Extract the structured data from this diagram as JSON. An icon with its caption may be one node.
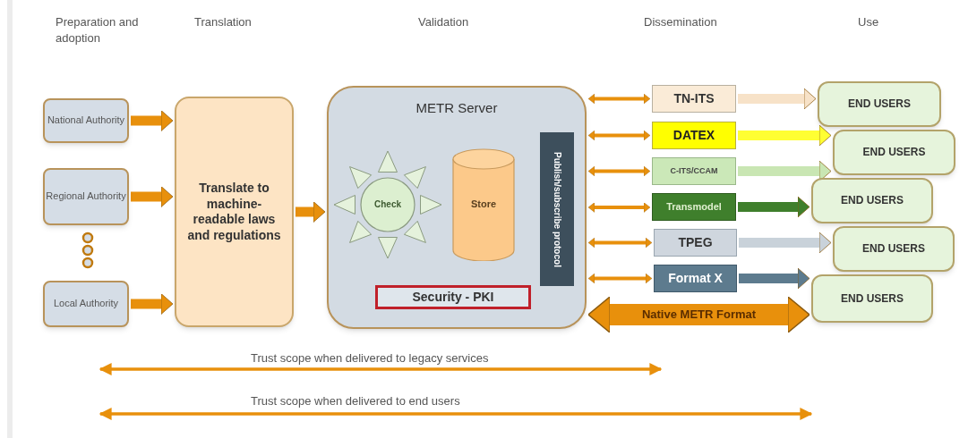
{
  "diagram": {
    "nodes": [
      {
        "text": [
          "National Authority"
        ]
      },
      {
        "text": [
          "Regional Authority"
        ]
      },
      {
        "text": [
          "Local Authority"
        ]
      },
      {
        "text": [
          "Translate to machine-readable laws and regulations"
        ]
      },
      {
        "text": [
          "METR Server"
        ]
      },
      {
        "text": [
          "Check"
        ],
        "in": 4
      },
      {
        "text": [
          "Store"
        ],
        "in": 4
      },
      {
        "text": [
          "Publish/subscribe protocol"
        ],
        "in": 4
      },
      {
        "text": [
          "Security - PKI"
        ],
        "in": 4
      },
      {
        "text": [
          "TN-ITS"
        ]
      },
      {
        "text": [
          "DATEX"
        ]
      },
      {
        "text": [
          "C-ITS/CCAM"
        ]
      },
      {
        "text": [
          "Transmodel"
        ]
      },
      {
        "text": [
          "TPEG"
        ]
      },
      {
        "text": [
          "Format X"
        ]
      },
      {
        "text": [
          "END USERS"
        ]
      },
      {
        "text": [
          "END USERS"
        ]
      },
      {
        "text": [
          "END USERS"
        ]
      },
      {
        "text": [
          "END USERS"
        ]
      },
      {
        "text": [
          "END USERS"
        ]
      }
    ],
    "edges": [
      {
        "from": 0,
        "to": 3,
        "arrow": "to"
      },
      {
        "from": 1,
        "to": 3,
        "arrow": "to"
      },
      {
        "from": 2,
        "to": 3,
        "arrow": "to"
      },
      {
        "from": 3,
        "to": 4,
        "arrow": "to"
      },
      {
        "from": 4,
        "to": 9,
        "arrow": "both"
      },
      {
        "from": 4,
        "to": 10,
        "arrow": "both"
      },
      {
        "from": 4,
        "to": 11,
        "arrow": "both"
      },
      {
        "from": 4,
        "to": 12,
        "arrow": "both"
      },
      {
        "from": 4,
        "to": 13,
        "arrow": "both"
      },
      {
        "from": 4,
        "to": 14,
        "arrow": "both"
      },
      {
        "from": 9,
        "to": 15,
        "arrow": "to",
        "color": "#f7e2c8"
      },
      {
        "from": 10,
        "to": 16,
        "arrow": "to",
        "color": "#ffff33"
      },
      {
        "from": 11,
        "to": 16,
        "arrow": "to",
        "color": "#c9e6b3"
      },
      {
        "from": 12,
        "to": 17,
        "arrow": "to",
        "color": "#3f7f2c"
      },
      {
        "from": 13,
        "to": 18,
        "arrow": "to",
        "color": "#c9d2da"
      },
      {
        "from": 14,
        "to": 19,
        "arrow": "to",
        "color": "#5d7b8e"
      },
      {
        "from": 4,
        "to": 19,
        "arrow": "both",
        "style": "thick",
        "label": "Native METR Format"
      }
    ],
    "labels": [
      "Preparation and adoption",
      "Translation",
      "Validation",
      "Dissemination",
      "Use",
      "Trust scope when delivered to legacy services",
      "Trust scope when delivered to end users"
    ]
  }
}
